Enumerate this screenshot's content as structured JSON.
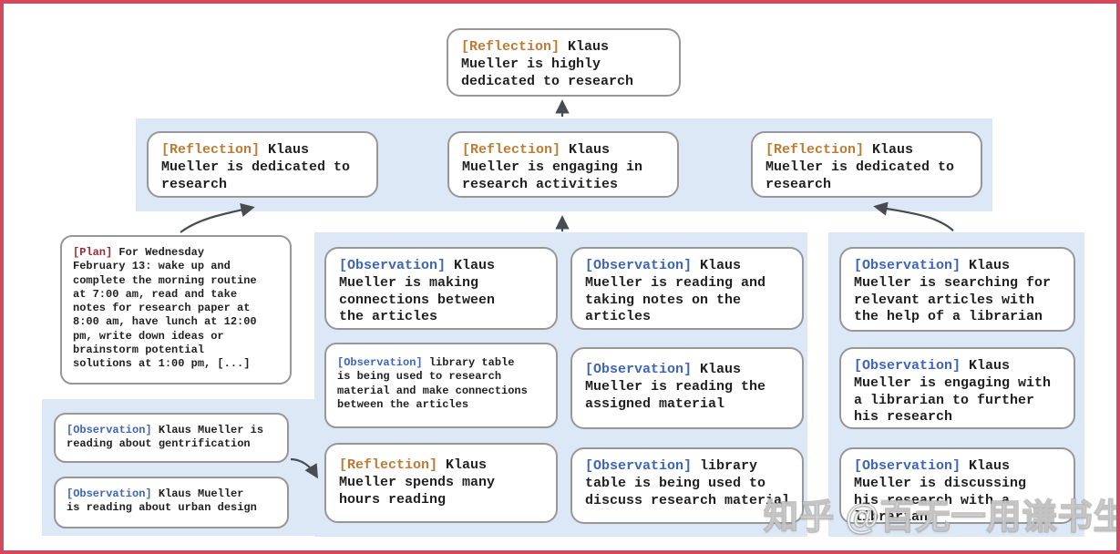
{
  "watermark": {
    "text": "知乎 @百无一用谦书生"
  },
  "colors": {
    "frame_border": "#d24a5e",
    "band_background": "#dce8f6",
    "box_border": "#979797",
    "reflection_tag": "#bf7a33",
    "observation_tag": "#3c64bd",
    "plan_tag": "#9c2b33",
    "body_text": "#1f1f1f",
    "arrow": "#474c52"
  },
  "tree": {
    "root": {
      "tag": "[Reflection]",
      "text": " Klaus\nMueller is highly\ndedicated to research"
    },
    "reflections": [
      {
        "tag": "[Reflection]",
        "text": " Klaus\nMueller is dedicated to\nresearch"
      },
      {
        "tag": "[Reflection]",
        "text": " Klaus\nMueller is engaging in\nresearch activities"
      },
      {
        "tag": "[Reflection]",
        "text": " Klaus\nMueller is dedicated to\nresearch"
      }
    ],
    "plan": {
      "tag": "[Plan]",
      "text": " For Wednesday\nFebruary 13: wake up and\ncomplete the morning routine\nat 7:00 am, read and take\nnotes for research paper at\n8:00 am, have lunch at 12:00\npm, write down ideas or\nbrainstorm potential\nsolutions at 1:00 pm, [...]"
    },
    "left_observations": [
      {
        "tag": "[Observation]",
        "text": " Klaus Mueller is\nreading about gentrification"
      },
      {
        "tag": "[Observation]",
        "text": " Klaus Mueller\nis reading about urban design"
      }
    ],
    "middle_col1": [
      {
        "tag": "[Observation]",
        "text": " Klaus\nMueller is making\nconnections between\nthe articles"
      },
      {
        "tag": "[Observation]",
        "text": " library table\nis being used to research\nmaterial and make connections\nbetween the articles"
      },
      {
        "tag": "[Reflection]",
        "text": " Klaus\nMueller spends many\nhours reading"
      }
    ],
    "middle_col2": [
      {
        "tag": "[Observation]",
        "text": " Klaus\nMueller is reading and\ntaking notes on the\narticles"
      },
      {
        "tag": "[Observation]",
        "text": " Klaus\nMueller is reading the\nassigned material"
      },
      {
        "tag": "[Observation]",
        "text": " library\ntable is being used to\ndiscuss research material"
      }
    ],
    "right_col": [
      {
        "tag": "[Observation]",
        "text": " Klaus\nMueller is searching for\nrelevant articles with\nthe help of a librarian"
      },
      {
        "tag": "[Observation]",
        "text": " Klaus\nMueller is engaging with\na librarian to further\nhis research"
      },
      {
        "tag": "[Observation]",
        "text": " Klaus\nMueller is discussing\nhis research with a\nlibrarian"
      }
    ]
  }
}
